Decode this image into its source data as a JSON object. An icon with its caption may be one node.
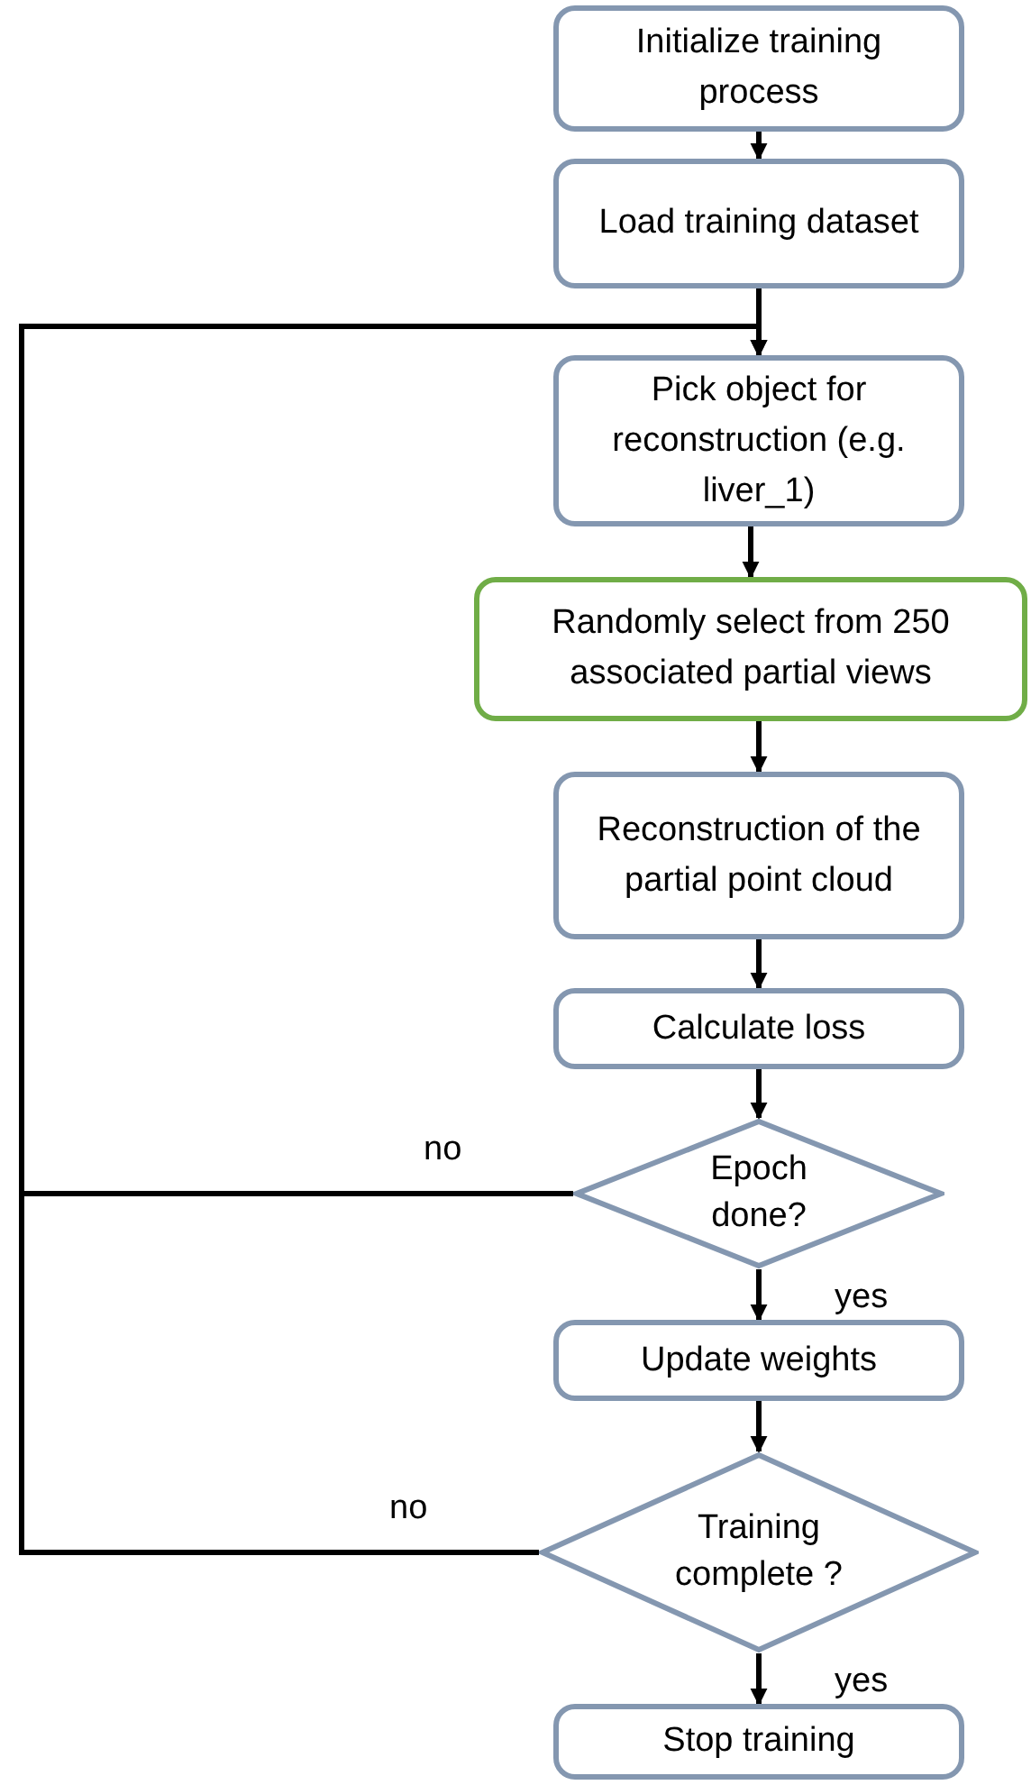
{
  "diagram": {
    "nodes": [
      {
        "text": [
          "Initialize training process"
        ]
      },
      {
        "text": [
          "Load training dataset"
        ]
      },
      {
        "text": [
          "Pick object for reconstruction (e.g. liver_1)"
        ]
      },
      {
        "text": [
          "Randomly select from 250 associated partial views"
        ]
      },
      {
        "text": [
          "Reconstruction of the partial point cloud"
        ]
      },
      {
        "text": [
          "Calculate loss"
        ]
      },
      {
        "text": [
          "Epoch done?"
        ]
      },
      {
        "text": [
          "Update weights"
        ]
      },
      {
        "text": [
          "Training complete ?"
        ]
      },
      {
        "text": [
          "Stop training"
        ]
      }
    ],
    "edges": [
      {
        "from": 0,
        "to": 1,
        "arrow": "to"
      },
      {
        "from": 1,
        "to": 2,
        "arrow": "to"
      },
      {
        "from": 2,
        "to": 3,
        "arrow": "to"
      },
      {
        "from": 3,
        "to": 4,
        "arrow": "to"
      },
      {
        "from": 4,
        "to": 5,
        "arrow": "to"
      },
      {
        "from": 5,
        "to": 6,
        "arrow": "to"
      },
      {
        "from": 6,
        "to": 7,
        "arrow": "to",
        "label": "yes"
      },
      {
        "from": 7,
        "to": 8,
        "arrow": "to"
      },
      {
        "from": 8,
        "to": 9,
        "arrow": "to",
        "label": "yes"
      },
      {
        "from": 6,
        "to": 2,
        "arrow": "to",
        "label": "no"
      },
      {
        "from": 8,
        "to": 2,
        "arrow": "to",
        "label": "no"
      }
    ]
  }
}
